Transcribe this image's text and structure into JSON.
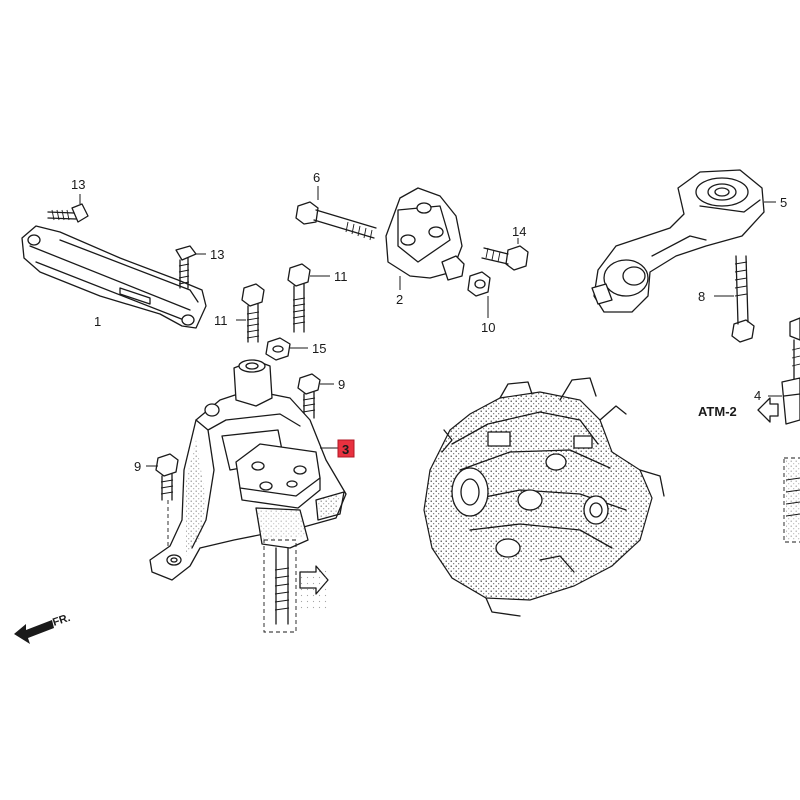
{
  "diagram": {
    "callouts": {
      "p1": "1",
      "p2": "2",
      "p3": "3",
      "p4": "4",
      "p5": "5",
      "p6": "6",
      "p8": "8",
      "p9a": "9",
      "p9b": "9",
      "p10": "10",
      "p11a": "11",
      "p11b": "11",
      "p13a": "13",
      "p13b": "13",
      "p14": "14",
      "p15": "15"
    },
    "reference_label": "ATM-2",
    "front_indicator": "FR.",
    "highlight_color": "#e8313f",
    "callout_color": "#1a1a1a"
  }
}
